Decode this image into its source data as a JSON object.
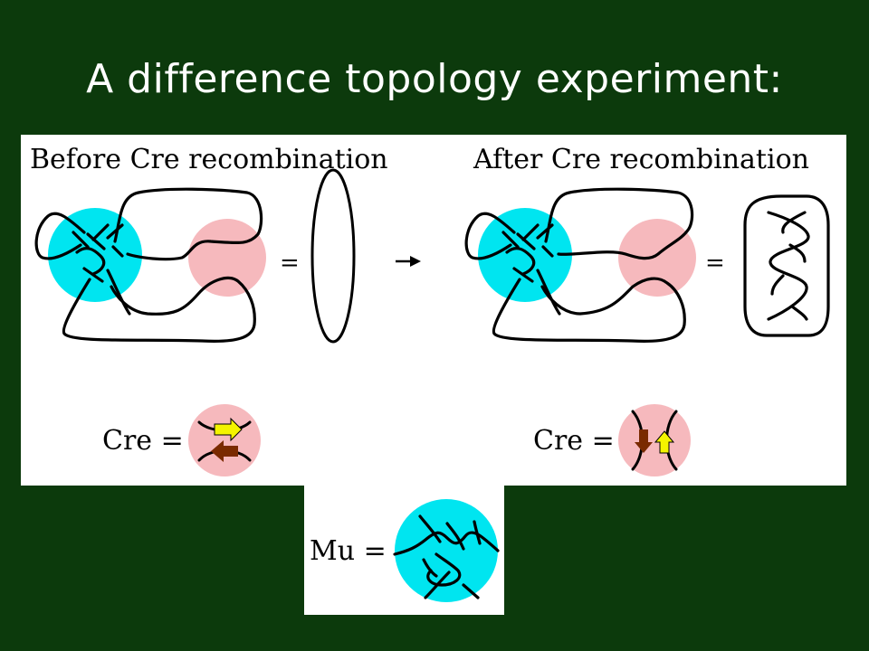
{
  "slide": {
    "title": "A difference topology experiment:"
  },
  "diagram": {
    "before_heading": "Before Cre recombination",
    "after_heading": "After Cre recombination",
    "equals": "=",
    "cre_label": "Cre =",
    "mu_label": "Mu ="
  },
  "colors": {
    "background": "#0c3a0c",
    "mu_region": "#00e5f0",
    "cre_region": "#f6b9bd",
    "strand": "#000000",
    "arrow_yellow": "#f4f400",
    "arrow_brown": "#7a2a00"
  },
  "icons": {
    "reaction_arrow": "right-arrow",
    "before_result": "unknot-oval",
    "after_result": "twist-knot"
  }
}
